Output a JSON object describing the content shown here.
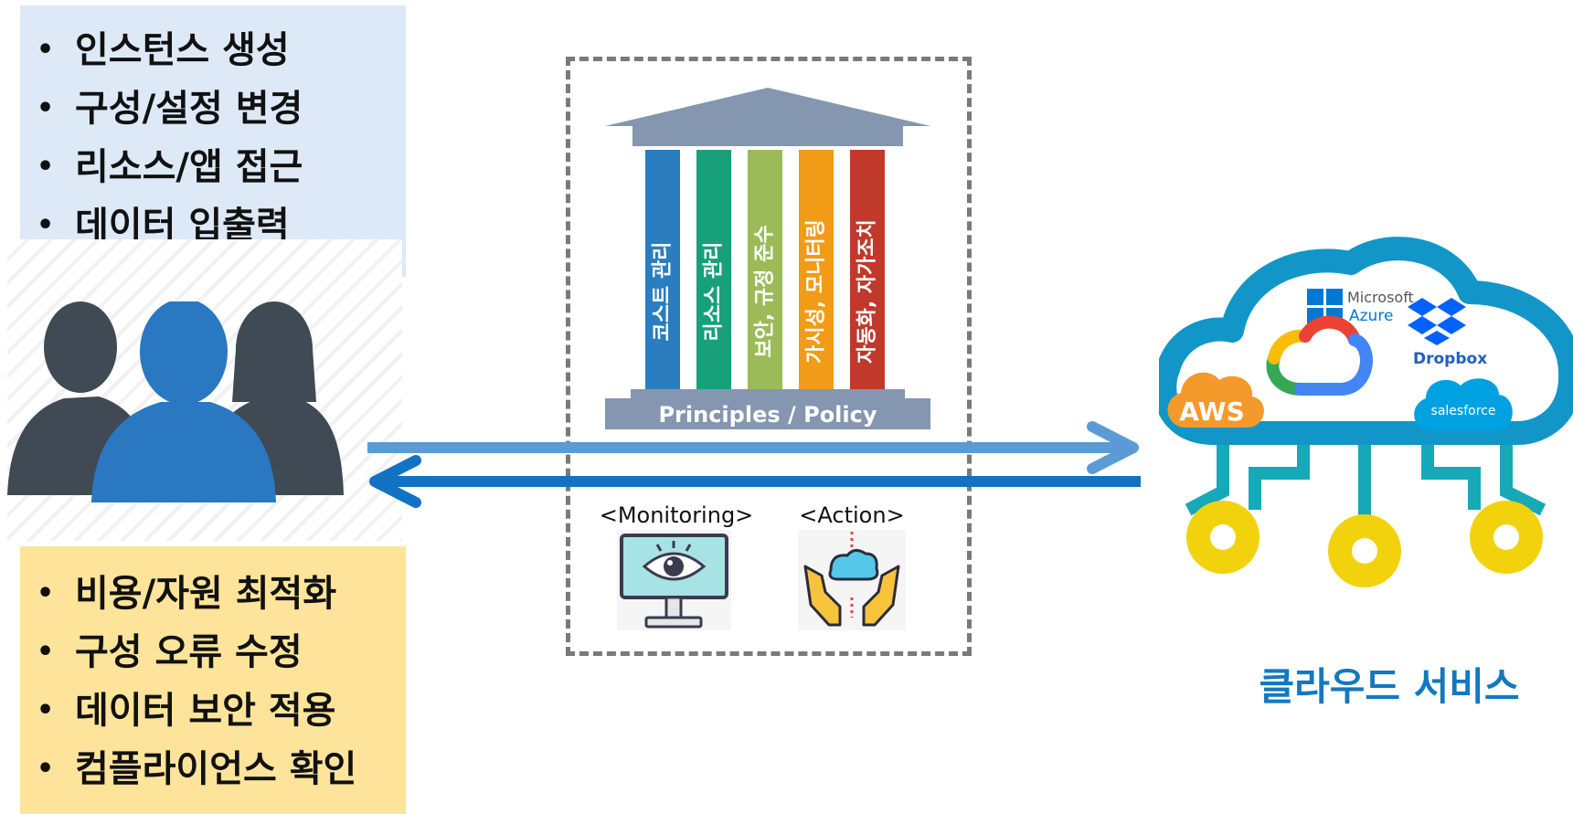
{
  "user_actions": [
    "인스턴스 생성",
    "구성/설정 변경",
    "리소스/앱 접근",
    "데이터 입출력"
  ],
  "governance_outcomes": [
    "비용/자원 최적화",
    "구성 오류 수정",
    "데이터 보안 적용",
    "컴플라이언스 확인"
  ],
  "pillars": [
    {
      "label": "코스트 관리",
      "color": "#2a7ebf"
    },
    {
      "label": "리소스 관리",
      "color": "#17a07a"
    },
    {
      "label": "보안, 규정 준수",
      "color": "#9bbb59"
    },
    {
      "label": "가시성, 모니터링",
      "color": "#f29b17"
    },
    {
      "label": "자동화, 자가조치",
      "color": "#c0392b"
    }
  ],
  "temple_base_label": "Principles / Policy",
  "monitoring_caption": "<Monitoring>",
  "action_caption": "<Action>",
  "cloud_logos": {
    "azure_line1": "Microsoft",
    "azure_line2": "Azure",
    "dropbox": "Dropbox",
    "aws": "AWS",
    "salesforce": "salesforce"
  },
  "cloud_title": "클라우드 서비스",
  "colors": {
    "top_box": "#dde9f6",
    "bottom_box": "#fde49a",
    "temple_gray": "#8496b0",
    "arrow_light": "#5b9bd5",
    "arrow_dark": "#1273c4",
    "cloud_blue": "#1296c8",
    "cloud_title": "#1279c0"
  }
}
